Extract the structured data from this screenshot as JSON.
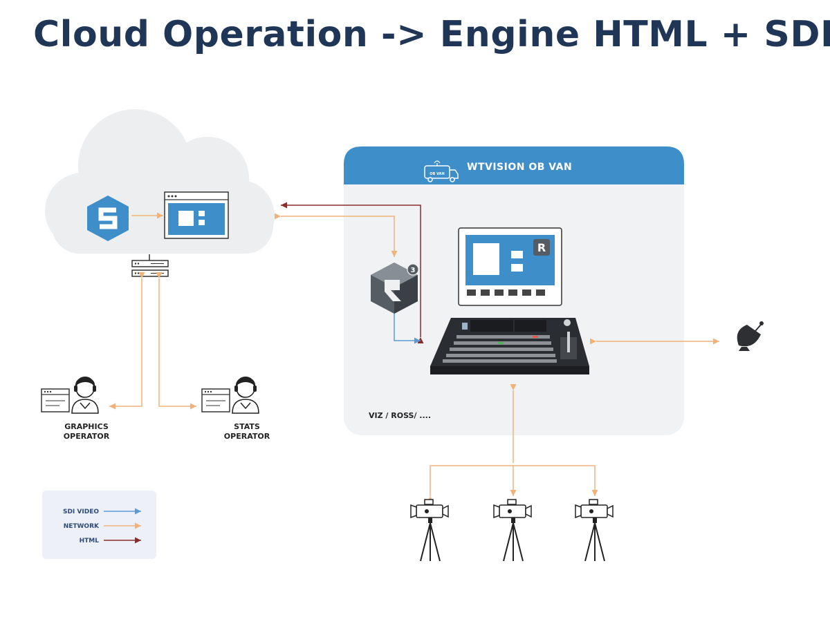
{
  "title": "Cloud Operation -> Engine HTML + SDI",
  "ob_van": {
    "title": "WTVISION OB VAN",
    "van_icon_text": "OB VAN",
    "footer_label": "VIZ / ROSS/ ...."
  },
  "operators": {
    "graphics": {
      "line1": "GRAPHICS",
      "line2": "OPERATOR"
    },
    "stats": {
      "line1": "STATS",
      "line2": "OPERATOR"
    }
  },
  "legend": {
    "items": [
      {
        "label": "SDI VIDEO",
        "color": "#5b9bd5"
      },
      {
        "label": "NETWORK",
        "color": "#f0b27a"
      },
      {
        "label": "HTML",
        "color": "#8b2c2c"
      }
    ]
  },
  "badges": {
    "engine_small": "3",
    "engine_monitor": "R"
  },
  "colors": {
    "title": "#1f3657",
    "sdi": "#5b9bd5",
    "network": "#f0b27a",
    "html": "#8b2c2c",
    "accent_blue": "#3d8ec9",
    "panel_bg": "#f1f2f3",
    "cloud": "#edeef0"
  }
}
